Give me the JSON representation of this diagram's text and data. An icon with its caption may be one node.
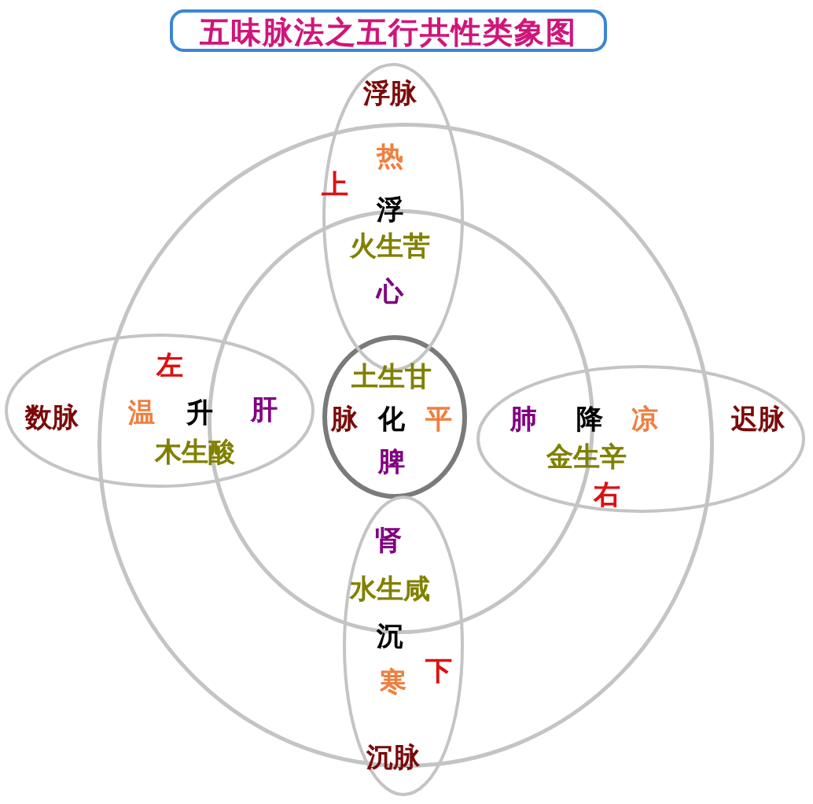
{
  "diagram": {
    "title": "五味脉法之五行共性类象图",
    "nodes": [
      {
        "text": [],
        "shape": "circle"
      },
      {
        "text": [],
        "shape": "circle",
        "in": 0
      },
      {
        "text": [
          "浮脉",
          "热",
          "上",
          "浮",
          "火生苦",
          "心"
        ]
      },
      {
        "text": [
          "数脉",
          "左",
          "温",
          "升",
          "肝",
          "木生酸"
        ]
      },
      {
        "text": [
          "土生甘",
          "脉",
          "化",
          "平",
          "脾"
        ],
        "in": 1
      },
      {
        "text": [
          "肺",
          "降",
          "凉",
          "迟脉",
          "金生辛",
          "右"
        ]
      },
      {
        "text": [
          "肾",
          "水生咸",
          "沉",
          "下",
          "寒",
          "沉脉"
        ]
      }
    ]
  }
}
